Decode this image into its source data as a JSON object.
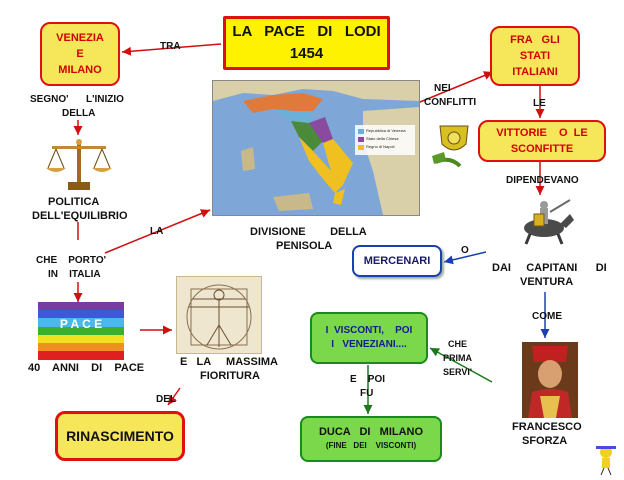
{
  "nodes": {
    "title": {
      "line1": "LA   PACE   DI   LODI",
      "line2": "1454"
    },
    "venezia": {
      "line1": "VENEZIA",
      "line2": "E",
      "line3": "MILANO"
    },
    "stati": {
      "line1": "FRA   GLI",
      "line2": "STATI",
      "line3": "ITALIANI"
    },
    "vittorie": {
      "line1": "VITTORIE    O  LE",
      "line2": "SCONFITTE"
    },
    "mercenari": "MERCENARI",
    "visconti": {
      "line1": "I  VISCONTI,    POI",
      "line2": "I   VENEZIANI...."
    },
    "duca": {
      "line1": "DUCA   DI   MILANO",
      "line2": "(FINE   DEI    VISCONTI)"
    },
    "rinascimento": "RINASCIMENTO"
  },
  "labels": {
    "tra": "TRA",
    "segno": "SEGNO'",
    "linizio": "L'INIZIO",
    "della": "DELLA",
    "politica1": "POLITICA",
    "politica2": "DELL'EQUILIBRIO",
    "che_porto1": "CHE    PORTO'",
    "che_porto2": "IN    ITALIA",
    "la": "LA",
    "divisione1": "DIVISIONE        DELLA",
    "divisione2": "PENISOLA",
    "nei": "NEI",
    "conflitti": "CONFLITTI",
    "le": "LE",
    "dipendevano": "DIPENDEVANO",
    "o": "O",
    "capitani1": "DAI     CAPITANI      DI",
    "capitani2": "VENTURA",
    "come": "COME",
    "francesco1": "FRANCESCO",
    "francesco2": "SFORZA",
    "che_prima1": "CHE",
    "che_prima2": "PRIMA",
    "che_prima3": "SERVI'",
    "e_poi1": "E    POI",
    "e_poi2": "FU",
    "quaranta": "40    ANNI    DI    PACE",
    "massima1": "E   LA     MASSIMA",
    "massima2": "FIORITURA",
    "del": "DEL",
    "pace_flag": "P A C E"
  },
  "map_legend": [
    "Repubblica di Venezia",
    "Stato della Chiesa",
    "Regno di Napoli"
  ],
  "colors": {
    "node_border": "#e01010",
    "node_fill": "#f5e65a",
    "title_fill": "#fff200",
    "arrow_red": "#d01010",
    "arrow_blue": "#1a3fb0",
    "arrow_green": "#1a7a1a",
    "green_fill": "#7ad84a"
  }
}
